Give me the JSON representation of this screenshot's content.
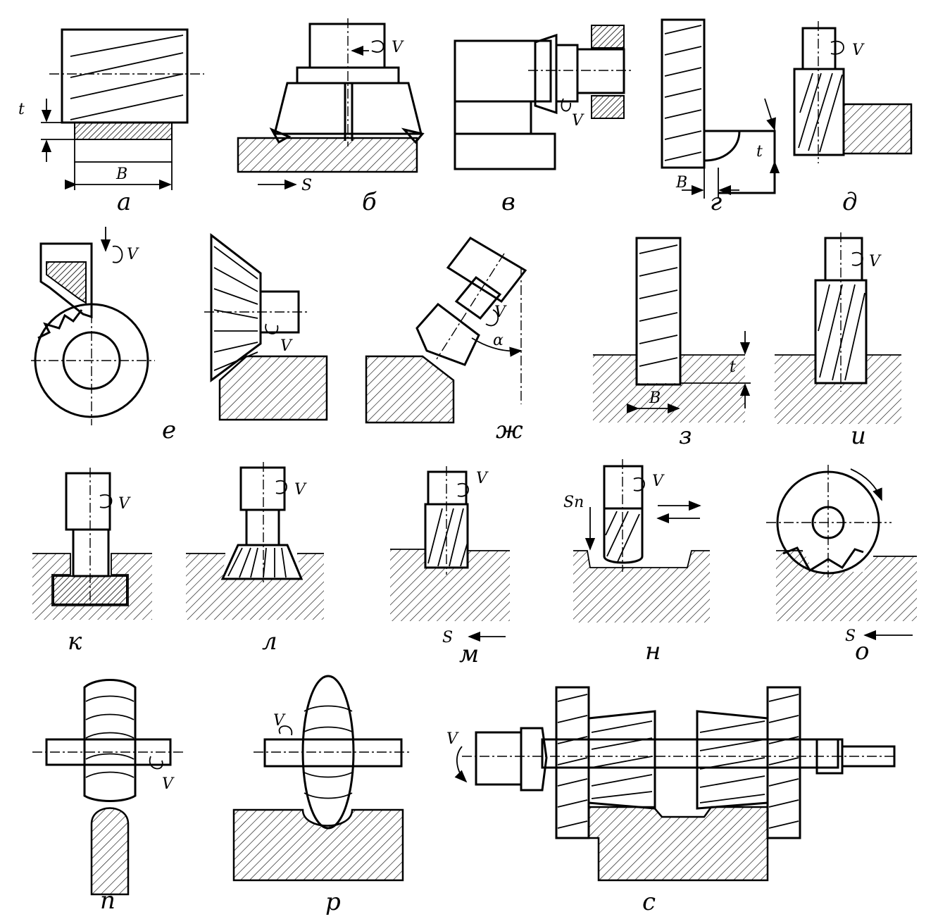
{
  "figure": {
    "panels": [
      {
        "id": "a",
        "caption": "а",
        "symbols": [
          "t",
          "B"
        ]
      },
      {
        "id": "b",
        "caption": "б",
        "symbols": [
          "V",
          "S"
        ]
      },
      {
        "id": "v",
        "caption": "в",
        "symbols": [
          "V"
        ]
      },
      {
        "id": "g",
        "caption": "г",
        "symbols": [
          "B",
          "t"
        ]
      },
      {
        "id": "d",
        "caption": "д",
        "symbols": [
          "V"
        ]
      },
      {
        "id": "e",
        "caption": "е",
        "symbols": [
          "V"
        ]
      },
      {
        "id": "e2",
        "caption": "",
        "symbols": [
          "V"
        ]
      },
      {
        "id": "zh",
        "caption": "ж",
        "symbols": [
          "V",
          "α"
        ]
      },
      {
        "id": "z",
        "caption": "з",
        "symbols": [
          "B",
          "t"
        ]
      },
      {
        "id": "i",
        "caption": "и",
        "symbols": [
          "V"
        ]
      },
      {
        "id": "k",
        "caption": "к",
        "symbols": [
          "V"
        ]
      },
      {
        "id": "l",
        "caption": "л",
        "symbols": [
          "V"
        ]
      },
      {
        "id": "m",
        "caption": "м",
        "symbols": [
          "V",
          "S"
        ]
      },
      {
        "id": "n",
        "caption": "н",
        "symbols": [
          "V",
          "Sn"
        ]
      },
      {
        "id": "o",
        "caption": "о",
        "symbols": [
          "S"
        ]
      },
      {
        "id": "p",
        "caption": "п",
        "symbols": [
          "V"
        ]
      },
      {
        "id": "r",
        "caption": "р",
        "symbols": [
          "V"
        ]
      },
      {
        "id": "s",
        "caption": "с",
        "symbols": [
          "V"
        ]
      }
    ]
  }
}
